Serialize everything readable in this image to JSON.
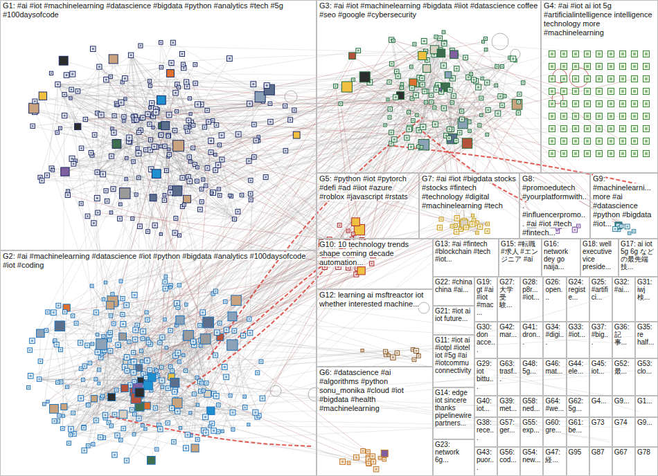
{
  "diagram": {
    "nodes": [
      {
        "text": [
          "G1: #ai #iot #machinelearning #datascience #bigdata #python #analytics #tech #5g #100daysofcode"
        ]
      },
      {
        "text": [
          "G3: #ai #iot #machinelearning #bigdata #iiot #datascience coffee #seo #google #cybersecurity"
        ]
      },
      {
        "text": [
          "G4: #ai #iot ai iot 5g #artificialintelligence intelligence technology more #machinelearning"
        ]
      },
      {
        "text": [
          "G5: #python #iot #pytorch #defi #ad #iiot #azure #roblox #javascript #rstats"
        ]
      },
      {
        "text": [
          "G7: #ai #iot #bigdata stocks #stocks #fintech #technology #digital #machinelearning #tech"
        ]
      },
      {
        "text": [
          "G8: #promoedutech #yourplatformwith... #influencerpromo... #ai #iot #tech #fintech..."
        ]
      },
      {
        "text": [
          "G9: #machinelearni... more #ai #datascience #python #bigdata #iot..."
        ]
      },
      {
        "text": [
          "G10: 10 technology trends shape coming decade automation..."
        ]
      },
      {
        "text": [
          "G13: #ai #fintech #blockchain #tech #iot..."
        ]
      },
      {
        "text": [
          "G15: #転職 #求人 #エンジニア #ai"
        ]
      },
      {
        "text": [
          "G16: network dey go naija..."
        ]
      },
      {
        "text": [
          "G18: well executive vice preside..."
        ]
      },
      {
        "text": [
          "G17: ai iot 5g 6g などの最先端技..."
        ]
      },
      {
        "text": [
          "G2: #ai #machinelearning #datascience #iot #python #bigdata #analytics #100daysofcode #iot #coding"
        ]
      },
      {
        "text": [
          "G12: learning ai msftreactor iot whether interested machine..."
        ]
      },
      {
        "text": [
          "G6: #datascience #ai #algorithms #python sonu_monika #cloud #iot #bigdata #health #machinelearning"
        ]
      },
      {
        "text": [
          "G22: #china china #ai..."
        ]
      },
      {
        "text": [
          "G21: #iot ai iot future..."
        ]
      },
      {
        "text": [
          "G11: #iot ai #iotpl #iotel iot #5g #ai #iotcommu connectivity"
        ]
      },
      {
        "text": [
          "G14: edge iot sincere thanks pipelinewire partners..."
        ]
      },
      {
        "text": [
          "G23: network 6g..."
        ]
      },
      {
        "text": [
          "G19: gt #ai #iot #mac..."
        ]
      },
      {
        "text": [
          "G27: 大学受験..."
        ]
      },
      {
        "text": [
          "G28: p8r... #iot..."
        ]
      },
      {
        "text": [
          "G26: open..."
        ]
      },
      {
        "text": [
          "G24: registe..."
        ]
      },
      {
        "text": [
          "G25: #artifici..."
        ]
      },
      {
        "text": [
          "G32: #ai..."
        ]
      },
      {
        "text": [
          "G31: iwj検..."
        ]
      },
      {
        "text": [
          "G30: don acce..."
        ]
      },
      {
        "text": [
          "G42: mar..."
        ]
      },
      {
        "text": [
          "G41: dron..."
        ]
      },
      {
        "text": [
          "G34: #digi..."
        ]
      },
      {
        "text": [
          "G33: #iot..."
        ]
      },
      {
        "text": [
          "G37: #big..."
        ]
      },
      {
        "text": [
          "G36: 記事..."
        ]
      },
      {
        "text": [
          "G35: re half..."
        ]
      },
      {
        "text": [
          "G29: iot bittu..."
        ]
      },
      {
        "text": [
          "G63: trasf..."
        ]
      },
      {
        "text": [
          "G48: 5g..."
        ]
      },
      {
        "text": [
          "G46: mat..."
        ]
      },
      {
        "text": [
          "G44: ele..."
        ]
      },
      {
        "text": [
          "G45: iot..."
        ]
      },
      {
        "text": [
          "G52: 最..."
        ]
      },
      {
        "text": [
          "G53: clo..."
        ]
      },
      {
        "text": [
          "G40: iot..."
        ]
      },
      {
        "text": [
          "G39: met..."
        ]
      },
      {
        "text": [
          "G58: ned..."
        ]
      },
      {
        "text": [
          "G64: #we..."
        ]
      },
      {
        "text": [
          "G62: 5g..."
        ]
      },
      {
        "text": [
          "G4..."
        ]
      },
      {
        "text": [
          "G9..."
        ]
      },
      {
        "text": [
          "G1..."
        ]
      },
      {
        "text": [
          "G38: rece..."
        ]
      },
      {
        "text": [
          "G57: ger..."
        ]
      },
      {
        "text": [
          "G55: exp..."
        ]
      },
      {
        "text": [
          "G60: gre..."
        ]
      },
      {
        "text": [
          "G61: be..."
        ]
      },
      {
        "text": [
          "G73"
        ]
      },
      {
        "text": [
          "G74"
        ]
      },
      {
        "text": [
          "G9..."
        ]
      },
      {
        "text": [
          "G43: puor..."
        ]
      },
      {
        "text": [
          "G56: cod..."
        ]
      },
      {
        "text": [
          "G54: new..."
        ]
      },
      {
        "text": [
          "G47: 経..."
        ]
      },
      {
        "text": [
          "G95"
        ]
      },
      {
        "text": [
          "G87"
        ]
      },
      {
        "text": [
          "G67"
        ]
      },
      {
        "text": [
          "G78"
        ]
      }
    ]
  }
}
